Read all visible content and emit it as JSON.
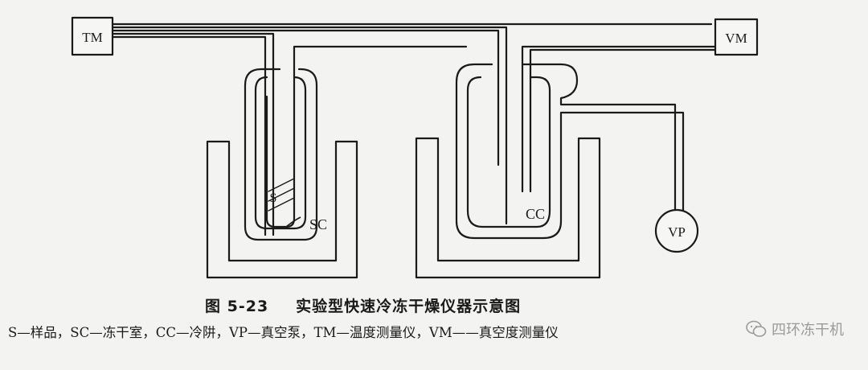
{
  "boxes": {
    "tm": "TM",
    "vm": "VM",
    "vp": "VP"
  },
  "labels": {
    "sample": "S",
    "sc": "SC",
    "cc": "CC"
  },
  "caption": {
    "number": "图 5-23",
    "title": "实验型快速冷冻干燥仪器示意图"
  },
  "legend": "S—样品，SC—冻干室，CC—冷阱，VP—真空泵，TM—温度测量仪，VM——真空度测量仪",
  "watermark": {
    "text": "四环冻干机",
    "icon": "wechat-icon"
  }
}
